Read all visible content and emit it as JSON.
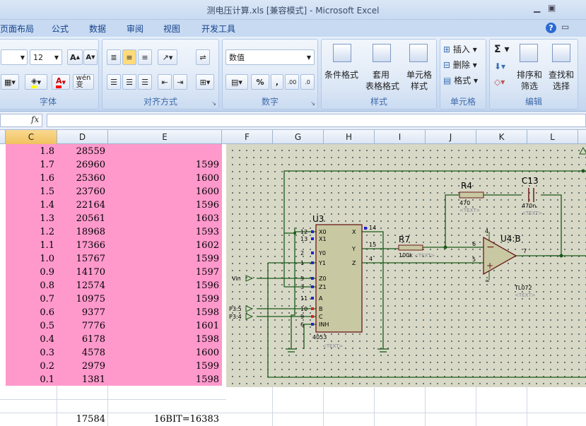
{
  "window": {
    "title": "测电压计算.xls  [兼容模式] - Microsoft Excel"
  },
  "tabs": [
    "页面布局",
    "公式",
    "数据",
    "审阅",
    "视图",
    "开发工具"
  ],
  "ribbon": {
    "font": {
      "size": "12",
      "label": "字体"
    },
    "alignment": {
      "label": "对齐方式"
    },
    "number": {
      "format": "数值",
      "label": "数字"
    },
    "styles": {
      "cond_format": "条件格式",
      "table_format_1": "套用",
      "table_format_2": "表格格式",
      "cell_style_1": "单元格",
      "cell_style_2": "样式",
      "label": "样式"
    },
    "cells": {
      "insert": "插入",
      "delete": "删除",
      "format": "格式",
      "label": "单元格"
    },
    "editing": {
      "sort_1": "排序和",
      "sort_2": "筛选",
      "find_1": "查找和",
      "find_2": "选择",
      "label": "编辑"
    }
  },
  "formula_bar": {
    "fx": "fx"
  },
  "columns": [
    "C",
    "D",
    "E",
    "F",
    "G",
    "H",
    "I",
    "J",
    "K",
    "L"
  ],
  "rows": [
    {
      "c": "1.8",
      "d": "28559",
      "e": ""
    },
    {
      "c": "1.7",
      "d": "26960",
      "e": "1599"
    },
    {
      "c": "1.6",
      "d": "25360",
      "e": "1600"
    },
    {
      "c": "1.5",
      "d": "23760",
      "e": "1600"
    },
    {
      "c": "1.4",
      "d": "22164",
      "e": "1596"
    },
    {
      "c": "1.3",
      "d": "20561",
      "e": "1603"
    },
    {
      "c": "1.2",
      "d": "18968",
      "e": "1593"
    },
    {
      "c": "1.1",
      "d": "17366",
      "e": "1602"
    },
    {
      "c": "1.0",
      "d": "15767",
      "e": "1599"
    },
    {
      "c": "0.9",
      "d": "14170",
      "e": "1597"
    },
    {
      "c": "0.8",
      "d": "12574",
      "e": "1596"
    },
    {
      "c": "0.7",
      "d": "10975",
      "e": "1599"
    },
    {
      "c": "0.6",
      "d": "9377",
      "e": "1598"
    },
    {
      "c": "0.5",
      "d": "7776",
      "e": "1601"
    },
    {
      "c": "0.4",
      "d": "6178",
      "e": "1598"
    },
    {
      "c": "0.3",
      "d": "4578",
      "e": "1600"
    },
    {
      "c": "0.2",
      "d": "2979",
      "e": "1599"
    },
    {
      "c": "0.1",
      "d": "1381",
      "e": "1598"
    }
  ],
  "footer": {
    "d": "17584",
    "e": "16BIT=16383"
  },
  "schematic": {
    "u3": "U3",
    "u3_part": "4053",
    "r7": "R7",
    "r7_val": "100k",
    "r4": "R4",
    "r4_val": "470",
    "c13": "C13",
    "c13_val": "470n",
    "u4": "U4:B",
    "u4_part": "TL072",
    "vin": "Vin",
    "p35": "P3:5",
    "p34": "P3:4",
    "text_tag": "<TEXT>",
    "pins_left": [
      "X0",
      "X1",
      "Y0",
      "Y1",
      "Z0",
      "Z1",
      "A",
      "B",
      "C",
      "INH"
    ],
    "pin_nums_left": [
      "12",
      "13",
      "2",
      "1",
      "5",
      "3",
      "11",
      "10",
      "9",
      "6"
    ],
    "pins_right": [
      "X",
      "Y",
      "Z"
    ],
    "pin_nums_right": [
      "14",
      "15",
      "4"
    ],
    "op_pins": [
      "4",
      "6",
      "5",
      "8",
      "7"
    ]
  },
  "colors": {
    "pink": "#ff99cc",
    "schematic_bg": "#d8d8c6",
    "wire": "#1a5a1a"
  }
}
